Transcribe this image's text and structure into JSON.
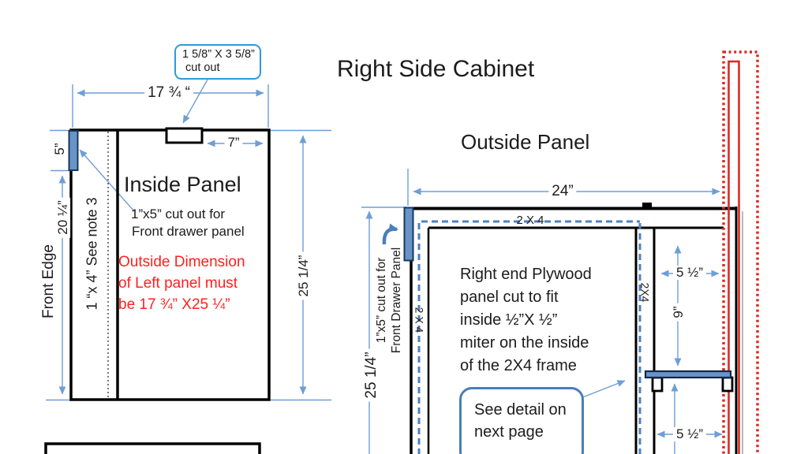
{
  "page": {
    "title": "Right Side Cabinet"
  },
  "colors": {
    "dimension_blue": "#6f9ed6",
    "steel_blue": "#4f81bd",
    "bar_fill": "#6a94c8",
    "warning_red": "#ff1f1f",
    "frame_red": "#d92b25",
    "callout_border": "#2e9ad8",
    "detail_border": "#4a7ebb"
  },
  "inside_panel": {
    "title": "Inside Panel",
    "cutout_callout": {
      "line1": "1 5/8” X 3 5/8”",
      "line2": "cut out"
    },
    "width_dim": "17 ¾ “",
    "notch_dim": "7”",
    "bar_dim": "5”",
    "front_height_dim": "20 ¼”",
    "height_dim": "25 1/4”",
    "front_edge_label": "Front Edge",
    "strip_note": "1 “x 4” See note 3",
    "cutout_note": {
      "line1": "1”x5” cut out for",
      "line2": "Front drawer panel"
    },
    "warning": {
      "line1": "Outside Dimension",
      "line2": "of Left panel must",
      "line3": "be 17 ¾” X25 ¼”"
    }
  },
  "outside_panel": {
    "title": "Outside Panel",
    "width_dim": "24”",
    "height_dim": "25 1/4”",
    "shelf_width_dim": "5 ½”",
    "shelf_height_dim": "9”",
    "bottom_width_dim": "5 ½”",
    "frame_label_top": "2 X 4",
    "frame_label_left": "2 X 4",
    "frame_label_right": "2X4",
    "rotated_note": {
      "line1": "1”x5” cut out for",
      "line2": "Front Drawer Panel"
    },
    "description": {
      "line1": "Right end Plywood",
      "line2": "panel cut to fit",
      "line3": "inside ½”X ½”",
      "line4": "miter on the inside",
      "line5": "of the 2X4 frame"
    },
    "detail_callout": {
      "line1": "See detail on",
      "line2": "next page"
    }
  }
}
